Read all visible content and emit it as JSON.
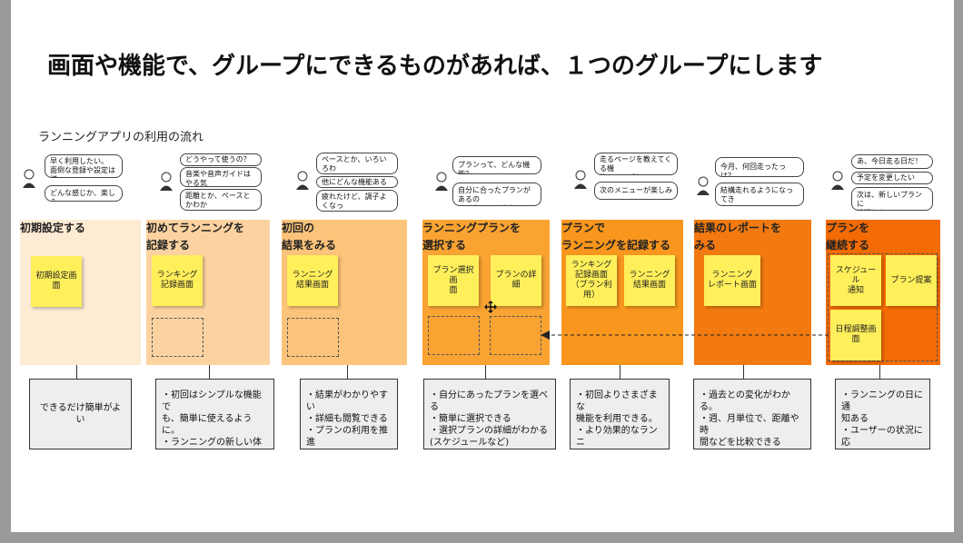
{
  "title": "画面や機能で、グループにできるものがあれば、１つのグループにします",
  "subtitle": "ランニングアプリの利用の流れ",
  "colors": {
    "stage1": "#fdebd4",
    "stage2": "#fcd3a0",
    "stage3": "#fcc37a",
    "stage4": "#f9a332",
    "stage5": "#f8961e",
    "stage6": "#f37a10",
    "stage7": "#f36b04",
    "sticky": "#ffef5a",
    "note": "#eeeeee"
  },
  "stages": [
    {
      "title": "初期設定する",
      "bubbles": [
        "早く利用したい。\n面倒な登録や設定は嫌",
        "どんな感じか、楽しみ"
      ],
      "stickies": [
        "初期設定画面"
      ],
      "note": "できるだけ簡単がよい"
    },
    {
      "title": "初めてランニングを\n記録する",
      "bubbles": [
        "どうやって使うの？",
        "音楽や音声ガイドはやる気\nでる感じする",
        "距離とか、ペースとかわか\nるのか。"
      ],
      "stickies": [
        "ランキング\n記録画面"
      ],
      "note": "・初回はシンプルな機能で\nも、簡単に使えるように。\n・ランニングの新しい体験\nを感じることができる"
    },
    {
      "title": "初回の\n結果をみる",
      "bubbles": [
        "ペースとか、いろいろわ\nかって楽しい。",
        "他にどんな機能あるの？",
        "疲れたけど、調子よくなっ\nたかも"
      ],
      "stickies": [
        "ランニング\n結果画面"
      ],
      "note": "・結果がわかりやすい\n・詳細も閲覧できる\n・プランの利用を推進\nする"
    },
    {
      "title": "ランニングプランを\n選択する",
      "bubbles": [
        "プランって、どんな機能？",
        "自分に合ったプランがあるの\nで、やってみよう"
      ],
      "stickies": [
        "プラン選択画\n面",
        "プランの詳細"
      ],
      "note": "・自分にあったプランを選べる\n・簡単に選択できる\n・選択プランの詳細がわかる\n(スケジュールなど)"
    },
    {
      "title": "プランで\nランニングを記録する",
      "bubbles": [
        "走るページを教えてくる機\n能、いい感じ。",
        "次のメニューが楽しみ"
      ],
      "stickies": [
        "ランキング\n記録画面\n（プラン利\n用）",
        "ランニング\n結果画面"
      ],
      "note": "・初回よりさまざまな\n機能を利用できる。\n・より効果的なランニ\nングを体験できる"
    },
    {
      "title": "結果のレポートを\nみる",
      "bubbles": [
        "今月、何回走ったっけ？",
        "結構走れるようになってき\nた！"
      ],
      "stickies": [
        "ランニング\nレポート画面"
      ],
      "note": "・過去との変化がわかる。\n・週、月単位で、距離や時\n間などを比較できる"
    },
    {
      "title": "プランを\n継続する",
      "bubbles": [
        "あ、今日走る日だ！",
        "予定を変更したい",
        "次は、新しいプランに\n挑戦したい！"
      ],
      "stickies": [
        "スケジュール\n通知",
        "プラン提案",
        "日程調整画面"
      ],
      "note": "・ランニングの日に通\n知ある\n・ユーザーの状況に応\nじたおすすめ"
    }
  ]
}
